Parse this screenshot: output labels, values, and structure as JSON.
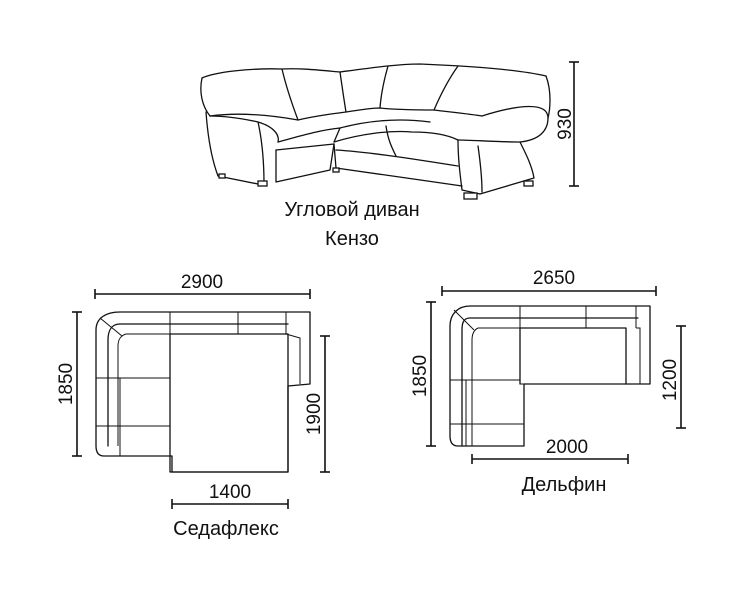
{
  "top_model": {
    "name_line1": "Угловой диван",
    "name_line2": "Кензо",
    "height_label": "930"
  },
  "left_model": {
    "caption": "Седафлекс",
    "width_label": "2900",
    "depth_label": "1850",
    "bed_depth_label": "1900",
    "bed_width_label": "1400"
  },
  "right_model": {
    "caption": "Дельфин",
    "width_label": "2650",
    "depth_label": "1850",
    "side_depth_label": "1200",
    "bed_width_label": "2000"
  },
  "colors": {
    "line": "#111111",
    "background": "#ffffff"
  }
}
